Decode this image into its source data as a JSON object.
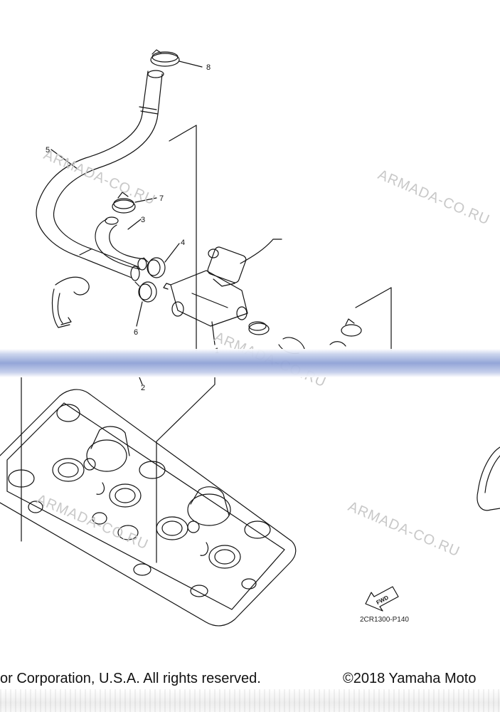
{
  "callouts": {
    "c1": "1",
    "c2": "2",
    "c3": "3",
    "c4": "4",
    "c5": "5",
    "c6": "6",
    "c7": "7",
    "c8": "8"
  },
  "watermark": "ARMADA-CO.RU",
  "fwd_label": "FWD",
  "diagram_code": "2CR1300-P140",
  "footer": {
    "left_text": "or Corporation, U.S.A. All rights reserved.",
    "right_text": "©2018 Yamaha Moto"
  }
}
